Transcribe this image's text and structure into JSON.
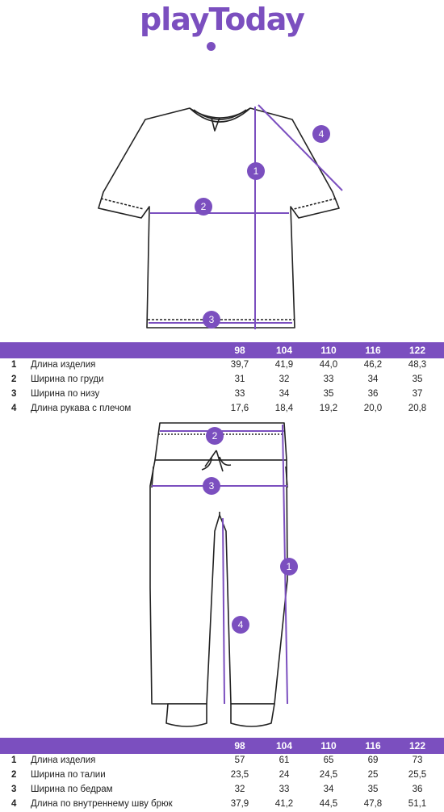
{
  "brand": {
    "logo_text": "playToday",
    "accent": "#7b4fbf"
  },
  "shirt": {
    "markers": [
      "1",
      "2",
      "3",
      "4"
    ],
    "sizes": [
      "98",
      "104",
      "110",
      "116",
      "122"
    ],
    "rows": [
      {
        "num": "1",
        "label": "Длина изделия",
        "values": [
          "39,7",
          "41,9",
          "44,0",
          "46,2",
          "48,3"
        ]
      },
      {
        "num": "2",
        "label": "Ширина по груди",
        "values": [
          "31",
          "32",
          "33",
          "34",
          "35"
        ]
      },
      {
        "num": "3",
        "label": "Ширина по низу",
        "values": [
          "33",
          "34",
          "35",
          "36",
          "37"
        ]
      },
      {
        "num": "4",
        "label": "Длина рукава с плечом",
        "values": [
          "17,6",
          "18,4",
          "19,2",
          "20,0",
          "20,8"
        ]
      }
    ]
  },
  "pants": {
    "markers": [
      "1",
      "2",
      "3",
      "4"
    ],
    "sizes": [
      "98",
      "104",
      "110",
      "116",
      "122"
    ],
    "rows": [
      {
        "num": "1",
        "label": "Длина изделия",
        "values": [
          "57",
          "61",
          "65",
          "69",
          "73"
        ]
      },
      {
        "num": "2",
        "label": "Ширина по талии",
        "values": [
          "23,5",
          "24",
          "24,5",
          "25",
          "25,5"
        ]
      },
      {
        "num": "3",
        "label": "Ширина по бедрам",
        "values": [
          "32",
          "33",
          "34",
          "35",
          "36"
        ]
      },
      {
        "num": "4",
        "label": "Длина по внутреннему шву брюк",
        "values": [
          "37,9",
          "41,2",
          "44,5",
          "47,8",
          "51,1"
        ]
      }
    ]
  }
}
